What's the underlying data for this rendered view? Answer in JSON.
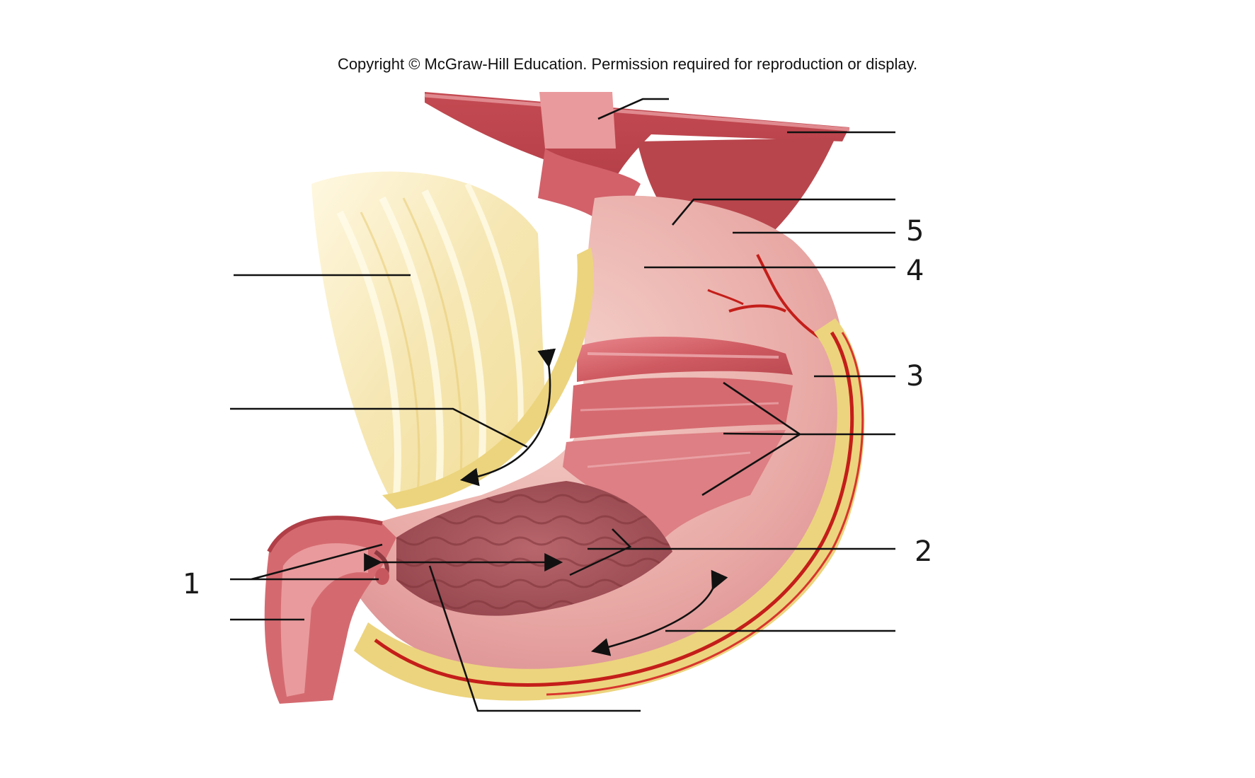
{
  "copyright": "Copyright © McGraw-Hill Education. Permission required for reproduction or display.",
  "labels": {
    "n1": "1",
    "n2": "2",
    "n3": "3",
    "n4": "4",
    "n5": "5"
  },
  "colors": {
    "muscle_red": "#c9545a",
    "muscle_light": "#e7959a",
    "serosa_pink": "#ecb6b2",
    "mucosa": "#a8585f",
    "omentum_yellow": "#f2df90",
    "fat_yellow": "#ead27a",
    "vessel_red": "#c41e1a",
    "line_black": "#111111"
  }
}
